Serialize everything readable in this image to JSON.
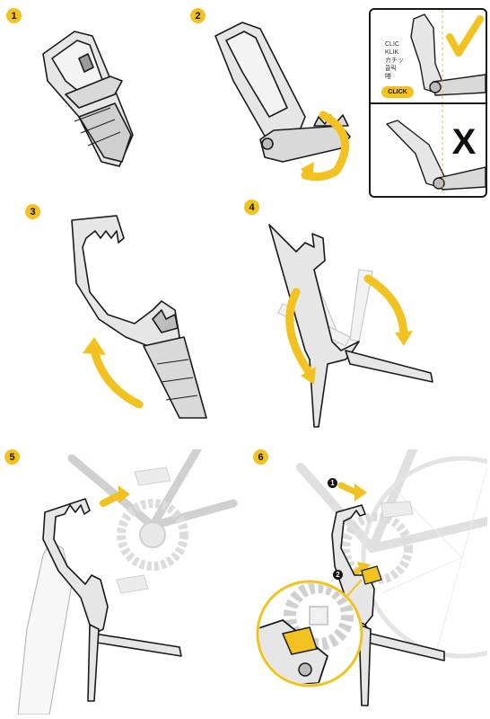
{
  "steps": [
    {
      "number": "1"
    },
    {
      "number": "2"
    },
    {
      "number": "3"
    },
    {
      "number": "4"
    },
    {
      "number": "5"
    },
    {
      "number": "6"
    }
  ],
  "inset": {
    "click_words": [
      "CLIC",
      "KLIK",
      "カチッ",
      "클릭",
      "嗒"
    ],
    "click_label": "CLICK",
    "correct_mark": "check-icon",
    "wrong_mark": "X"
  },
  "callouts": [
    "1",
    "2"
  ],
  "colors": {
    "accent": "#f2c320",
    "outline": "#1a1a1a",
    "tool_fill": "#e6e6e6",
    "tool_dark": "#8a8a8a",
    "bike_ghost": "#e2e2e2"
  }
}
